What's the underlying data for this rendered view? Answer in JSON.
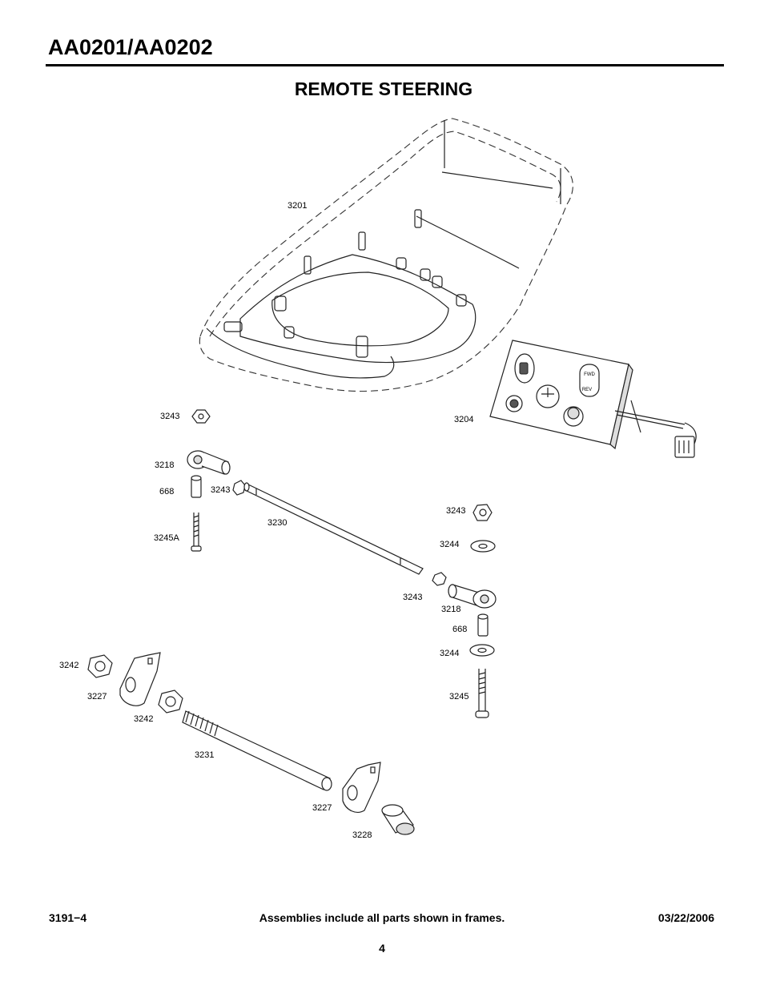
{
  "header": {
    "model": "AA0201/AA0202",
    "section_title": "REMOTE STEERING"
  },
  "callouts": {
    "c3201": "3201",
    "c3204": "3204",
    "c3243_a": "3243",
    "c3218_a": "3218",
    "c668_a": "668",
    "c3243_b": "3243",
    "c3245A": "3245A",
    "c3230": "3230",
    "c3243_c": "3243",
    "c3244_a": "3244",
    "c3243_d": "3243",
    "c3218_b": "3218",
    "c668_b": "668",
    "c3244_b": "3244",
    "c3245": "3245",
    "c3242_a": "3242",
    "c3227_a": "3227",
    "c3242_b": "3242",
    "c3231": "3231",
    "c3227_b": "3227",
    "c3228": "3228"
  },
  "control_box": {
    "button_top_label": "FWD",
    "button_bottom_label": "REV"
  },
  "footer": {
    "doc_number": "3191−4",
    "note": "Assemblies include all parts shown in frames.",
    "date": "03/22/2006",
    "page": "4"
  },
  "colors": {
    "ink": "#000000",
    "background": "#ffffff"
  }
}
